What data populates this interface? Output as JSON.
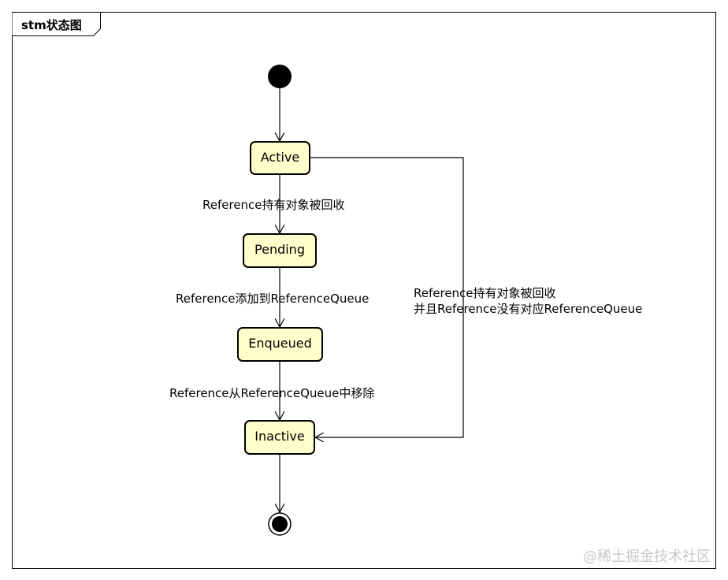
{
  "frame": {
    "title": "stm状态图"
  },
  "states": {
    "active": "Active",
    "pending": "Pending",
    "enqueued": "Enqueued",
    "inactive": "Inactive"
  },
  "transitions": {
    "active_to_pending": "Reference持有对象被回收",
    "pending_to_enqueued": "Reference添加到ReferenceQueue",
    "enqueued_to_inactive": "Reference从ReferenceQueue中移除",
    "active_to_inactive_line1": "Reference持有对象被回收",
    "active_to_inactive_line2": "并且Reference没有对应ReferenceQueue"
  },
  "watermark": "@稀土掘金技术社区",
  "colors": {
    "state_fill": "#ffffcc",
    "stroke": "#000000",
    "watermark": "#c8c8c8"
  }
}
